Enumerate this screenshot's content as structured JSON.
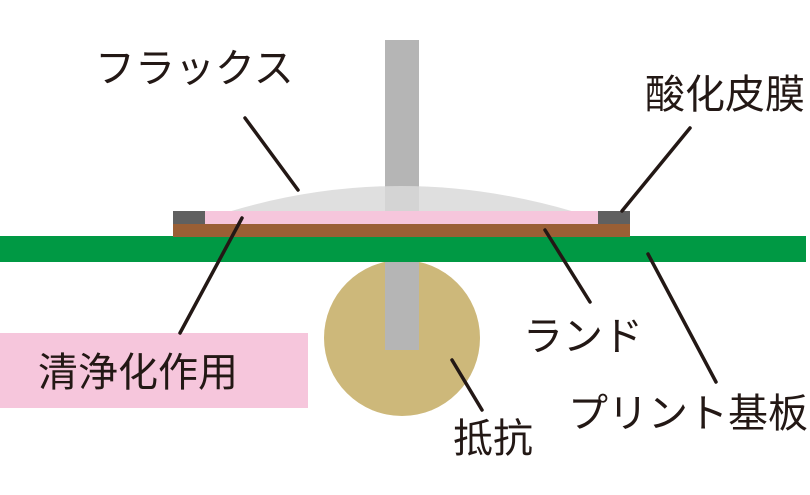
{
  "labels": {
    "flux": "フラックス",
    "oxide_film": "酸化皮膜",
    "cleaning_action": "清浄化作用",
    "land": "ランド",
    "pcb": "プリント基板",
    "resistor": "抵抗"
  },
  "colors": {
    "pcb": "#009944",
    "land": "#9a5f35",
    "cleaned_surface": "#f6c6dc",
    "oxide_film": "#606060",
    "flux": "#d9d9d9",
    "lead": "#b5b5b5",
    "resistor": "#cdb87a",
    "label_box": "#f6c6dc"
  }
}
